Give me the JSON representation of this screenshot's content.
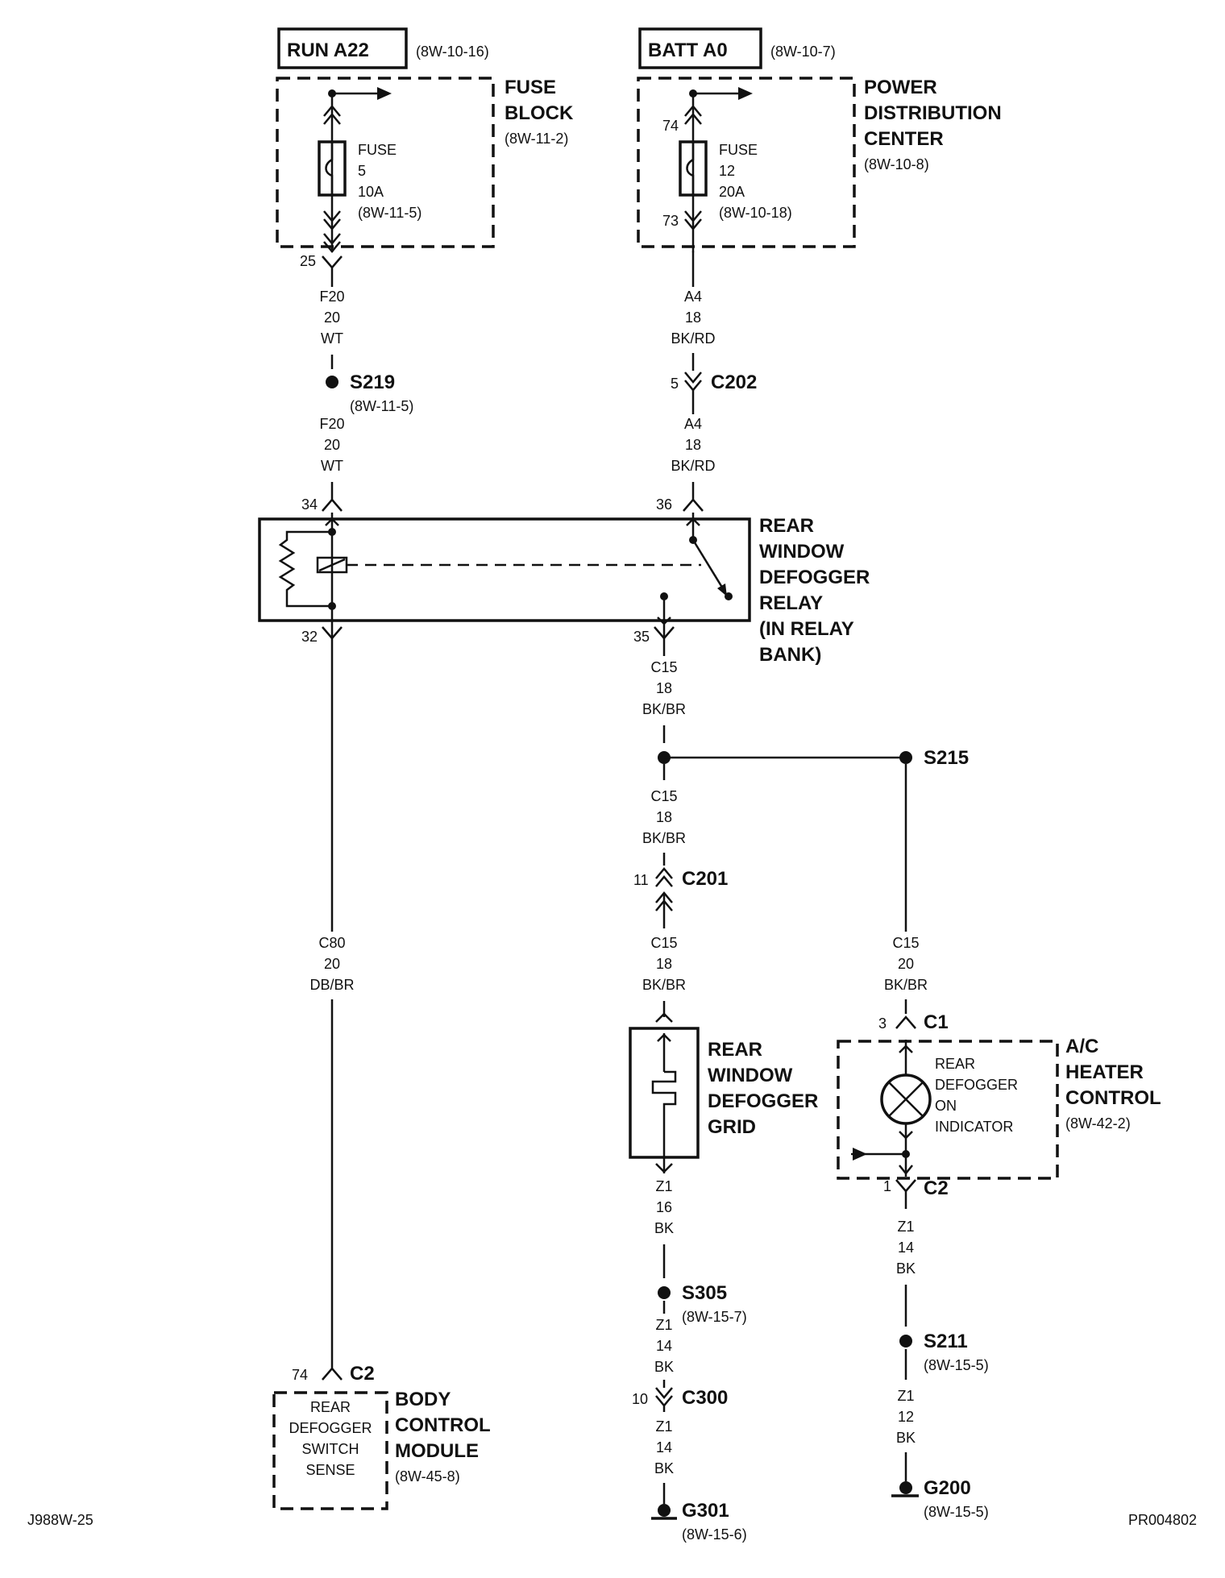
{
  "sources": {
    "run": {
      "label": "RUN A22",
      "ref": "(8W-10-16)"
    },
    "batt": {
      "label": "BATT A0",
      "ref": "(8W-10-7)"
    }
  },
  "fuse_block": {
    "title": [
      "FUSE",
      "BLOCK"
    ],
    "ref": "(8W-11-2)",
    "fuse": [
      "FUSE",
      "5",
      "10A",
      "(8W-11-5)"
    ],
    "pin": "25"
  },
  "pdc": {
    "title": [
      "POWER",
      "DISTRIBUTION",
      "CENTER"
    ],
    "ref": "(8W-10-8)",
    "fuse": [
      "FUSE",
      "12",
      "20A",
      "(8W-10-18)"
    ],
    "pin_top": "74",
    "pin_bottom": "73"
  },
  "wires": {
    "f20_a": [
      "F20",
      "20",
      "WT"
    ],
    "f20_b": [
      "F20",
      "20",
      "WT"
    ],
    "a4_a": [
      "A4",
      "18",
      "BK/RD"
    ],
    "a4_b": [
      "A4",
      "18",
      "BK/RD"
    ],
    "c80": [
      "C80",
      "20",
      "DB/BR"
    ],
    "c15_a": [
      "C15",
      "18",
      "BK/BR"
    ],
    "c15_b": [
      "C15",
      "18",
      "BK/BR"
    ],
    "c15_c": [
      "C15",
      "18",
      "BK/BR"
    ],
    "c15_d": [
      "C15",
      "20",
      "BK/BR"
    ],
    "z1_a": [
      "Z1",
      "16",
      "BK"
    ],
    "z1_b": [
      "Z1",
      "14",
      "BK"
    ],
    "z1_c": [
      "Z1",
      "14",
      "BK"
    ],
    "z1_d": [
      "Z1",
      "14",
      "BK"
    ],
    "z1_e": [
      "Z1",
      "12",
      "BK"
    ]
  },
  "splices": {
    "s219": {
      "label": "S219",
      "ref": "(8W-11-5)"
    },
    "s215": {
      "label": "S215"
    },
    "s305": {
      "label": "S305",
      "ref": "(8W-15-7)"
    },
    "s211": {
      "label": "S211",
      "ref": "(8W-15-5)"
    }
  },
  "connectors": {
    "c202": {
      "label": "C202",
      "pin": "5"
    },
    "c201": {
      "label": "C201",
      "pin": "11"
    },
    "c300": {
      "label": "C300",
      "pin": "10"
    },
    "bcm_c2": {
      "label": "C2",
      "pin": "74"
    },
    "hc_c1": {
      "label": "C1",
      "pin": "3"
    },
    "hc_c2": {
      "label": "C2",
      "pin": "1"
    }
  },
  "relay": {
    "title": [
      "REAR",
      "WINDOW",
      "DEFOGGER",
      "RELAY",
      "(IN RELAY",
      "BANK)"
    ],
    "pins": {
      "p34": "34",
      "p36": "36",
      "p32": "32",
      "p35": "35"
    }
  },
  "grid": {
    "title": [
      "REAR",
      "WINDOW",
      "DEFOGGER",
      "GRID"
    ]
  },
  "heater_control": {
    "title": [
      "A/C",
      "HEATER",
      "CONTROL"
    ],
    "ref": "(8W-42-2)",
    "indicator": [
      "REAR",
      "DEFOGGER",
      "ON",
      "INDICATOR"
    ]
  },
  "bcm": {
    "title": [
      "BODY",
      "CONTROL",
      "MODULE"
    ],
    "ref": "(8W-45-8)",
    "switch": [
      "REAR",
      "DEFOGGER",
      "SWITCH",
      "SENSE"
    ]
  },
  "grounds": {
    "g301": {
      "label": "G301",
      "ref": "(8W-15-6)"
    },
    "g200": {
      "label": "G200",
      "ref": "(8W-15-5)"
    }
  },
  "footer": {
    "left": "J988W-25",
    "right": "PR004802"
  }
}
